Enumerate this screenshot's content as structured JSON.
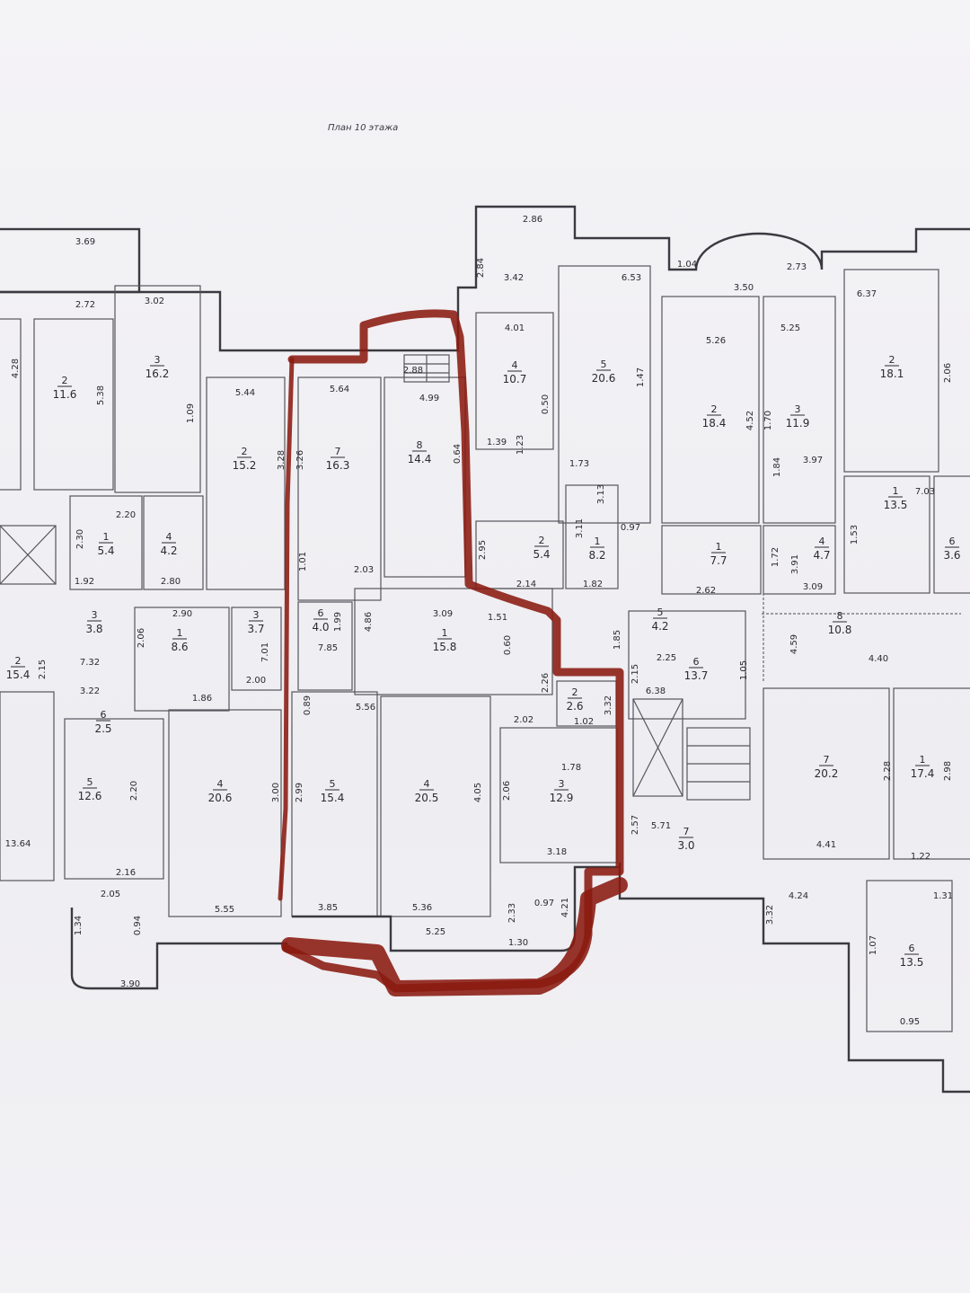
{
  "title": "План 10 этажа",
  "marker_color": "#8a1a10",
  "rooms": [
    {
      "n": "2",
      "a": "11.6"
    },
    {
      "n": "3",
      "a": "16.2"
    },
    {
      "n": "1",
      "a": "5.4"
    },
    {
      "n": "4",
      "a": "4.2"
    },
    {
      "n": "2",
      "a": "15.4"
    },
    {
      "n": "3",
      "a": "3.8"
    },
    {
      "n": "1",
      "a": "8.6"
    },
    {
      "n": "3",
      "a": "3.7"
    },
    {
      "n": "6",
      "a": "2.5"
    },
    {
      "n": "5",
      "a": "12.6"
    },
    {
      "n": "4",
      "a": "20.6"
    },
    {
      "n": "2",
      "a": "15.2"
    },
    {
      "n": "7",
      "a": "16.3"
    },
    {
      "n": "8",
      "a": "14.4"
    },
    {
      "n": "6",
      "a": "4.0"
    },
    {
      "n": "1",
      "a": "15.8"
    },
    {
      "n": "5",
      "a": "15.4"
    },
    {
      "n": "4",
      "a": "20.5"
    },
    {
      "n": "3",
      "a": "12.9"
    },
    {
      "n": "2",
      "a": "2.6"
    },
    {
      "n": "4",
      "a": "10.7"
    },
    {
      "n": "5",
      "a": "20.6"
    },
    {
      "n": "2",
      "a": "5.4"
    },
    {
      "n": "1",
      "a": "8.2"
    },
    {
      "n": "5",
      "a": "4.2"
    },
    {
      "n": "6",
      "a": "13.7"
    },
    {
      "n": "7",
      "a": "3.0"
    },
    {
      "n": "2",
      "a": "18.4"
    },
    {
      "n": "3",
      "a": "11.9"
    },
    {
      "n": "1",
      "a": "7.7"
    },
    {
      "n": "4",
      "a": "4.7"
    },
    {
      "n": "2",
      "a": "18.1"
    },
    {
      "n": "1",
      "a": "13.5"
    },
    {
      "n": "8",
      "a": "10.8"
    },
    {
      "n": "7",
      "a": "20.2"
    },
    {
      "n": "1",
      "a": "17.4"
    },
    {
      "n": "6",
      "a": "13.5"
    },
    {
      "n": "6",
      "a": "3.6"
    }
  ],
  "dims": [
    "3.69",
    "2.72",
    "3.02",
    "4.28",
    "5.38",
    "1.09",
    "2.20",
    "2.30",
    "1.92",
    "2.80",
    "5.44",
    "3.28",
    "2.90",
    "2.06",
    "1.86",
    "2.00",
    "7.01",
    "2.15",
    "7.32",
    "3.22",
    "2.20",
    "13.64",
    "2.16",
    "2.05",
    "3.90",
    "5.55",
    "3.00",
    "5.64",
    "3.26",
    "2.88",
    "4.99",
    "0.64",
    "1.01",
    "2.03",
    "1.99",
    "7.85",
    "4.86",
    "3.09",
    "0.60",
    "0.89",
    "5.56",
    "2.99",
    "3.85",
    "5.36",
    "4.05",
    "5.25",
    "1.30",
    "2.33",
    "0.97",
    "4.21",
    "3.18",
    "2.06",
    "2.02",
    "1.02",
    "1.78",
    "3.32",
    "2.57",
    "2.86",
    "2.84",
    "3.42",
    "4.01",
    "6.53",
    "1.47",
    "0.50",
    "1.39",
    "1.23",
    "1.73",
    "3.13",
    "2.95",
    "2.14",
    "3.11",
    "0.97",
    "1.82",
    "1.51",
    "2.26",
    "1.85",
    "2.15",
    "6.38",
    "2.25",
    "1.05",
    "5.71",
    "1.04",
    "3.50",
    "2.73",
    "5.26",
    "5.25",
    "4.52",
    "1.70",
    "2.62",
    "1.72",
    "3.91",
    "3.09",
    "6.37",
    "1.53",
    "7.03",
    "4.59",
    "4.40",
    "4.41",
    "2.28",
    "2.98",
    "1.22",
    "4.24",
    "3.32",
    "1.07",
    "0.95",
    "1.31",
    "1.34",
    "0.94",
    "3.97",
    "1.84",
    "2.06"
  ]
}
